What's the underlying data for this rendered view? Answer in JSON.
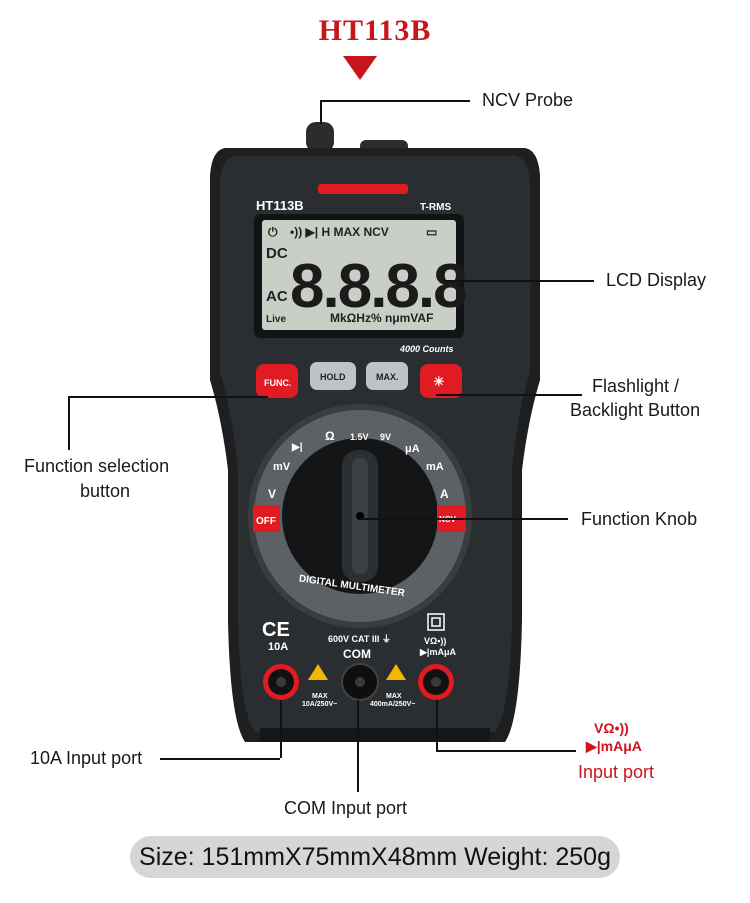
{
  "title": "HT113B",
  "callouts": {
    "ncv_probe": "NCV Probe",
    "lcd_display": "LCD Display",
    "flashlight_line1": "Flashlight /",
    "flashlight_line2": "Backlight Button",
    "function_selection_line1": "Function selection",
    "function_selection_line2": "button",
    "function_knob": "Function Knob",
    "input_10a": "10A  Input port",
    "com_input": "COM  Input port",
    "vohm_top": "VΩ•))",
    "vohm_mid": "▶|mAμA",
    "vohm_bottom": "Input port"
  },
  "device": {
    "model": "HT113B",
    "trms": "T-RMS",
    "lcd_digits": "8.8.8.8",
    "lcd_icons": "•)) ▶| H MAX NCV",
    "lcd_dc": "DC",
    "lcd_ac": "AC",
    "lcd_live": "Live",
    "lcd_units": "MkΩHz% nμmVAF",
    "counts": "4000 Counts",
    "buttons": {
      "func": "FUNC.",
      "hold": "HOLD",
      "max": "MAX.",
      "light": "☀"
    },
    "dial": [
      "mV",
      "▶|",
      "Ω",
      "1.5V",
      "9V",
      "μA",
      "mA",
      "A",
      "V"
    ],
    "off": "OFF",
    "ncv": "NCV",
    "dial_caption": "DIGITAL MULTIMETER",
    "ce": "CE",
    "cat": "600V CAT III ⏚",
    "com": "COM",
    "port_10a": "10A",
    "port_v_top": "VΩ•))",
    "port_v_bottom": "▶|mAμA",
    "max_left_1": "MAX",
    "max_left_2": "10A/250V~",
    "max_right_1": "MAX",
    "max_right_2": "400mA/250V~"
  },
  "size_text": "Size: 151mmX75mmX48mm   Weight: 250g",
  "colors": {
    "title": "#c8161d",
    "accent_red": "#d3121a",
    "body": "#1d1f21",
    "lcd": "#c9cfc6"
  }
}
